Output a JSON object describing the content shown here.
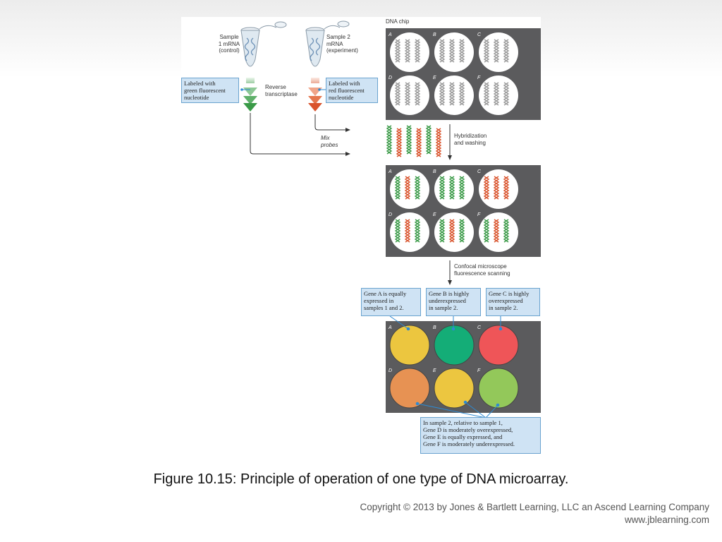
{
  "figure": {
    "sample1_label": "Sample\n1 mRNA\n(control)",
    "sample2_label": "Sample 2\nmRNA\n(experiment)",
    "dna_chip_label": "DNA chip",
    "green_box": "Labeled with\ngreen fluorescent\nnucleotide",
    "red_box": "Labeled with\nred fluorescent\nnucleotide",
    "reverse_label": "Reverse\ntranscriptase",
    "mix_label": "Mix\nprobes",
    "hybrid_label": "Hybridization\nand washing",
    "confocal_label": "Confocal microscope\nfluorescence scanning",
    "well_letters": [
      "A",
      "B",
      "C",
      "D",
      "E",
      "F"
    ],
    "gene_a_box": "Gene A is equally\nexpressed in\nsamples 1 and 2.",
    "gene_b_box": "Gene B is highly\nunderexpressed\nin sample 2.",
    "gene_c_box": "Gene C is highly\noverexpressed\nin sample 2.",
    "gene_def_box": "In sample 2, relative to sample 1,\nGene D is moderately overexpressed,\nGene E is equally expressed, and\nGene F is moderately underexpressed.",
    "colors": {
      "chip": "#5b5b5d",
      "green_label": "#3a9a47",
      "red_label": "#d9532c",
      "well_a": "#ecc63f",
      "well_b": "#14ad77",
      "well_c": "#ef5558",
      "well_d": "#e79253",
      "well_e": "#ecc640",
      "well_f": "#93c85a"
    }
  },
  "caption": "Figure 10.15: Principle of operation of one type of DNA microarray.",
  "copyright": {
    "line1": "Copyright © 2013 by Jones & Bartlett Learning, LLC an Ascend Learning Company",
    "line2": "www.jblearning.com"
  }
}
